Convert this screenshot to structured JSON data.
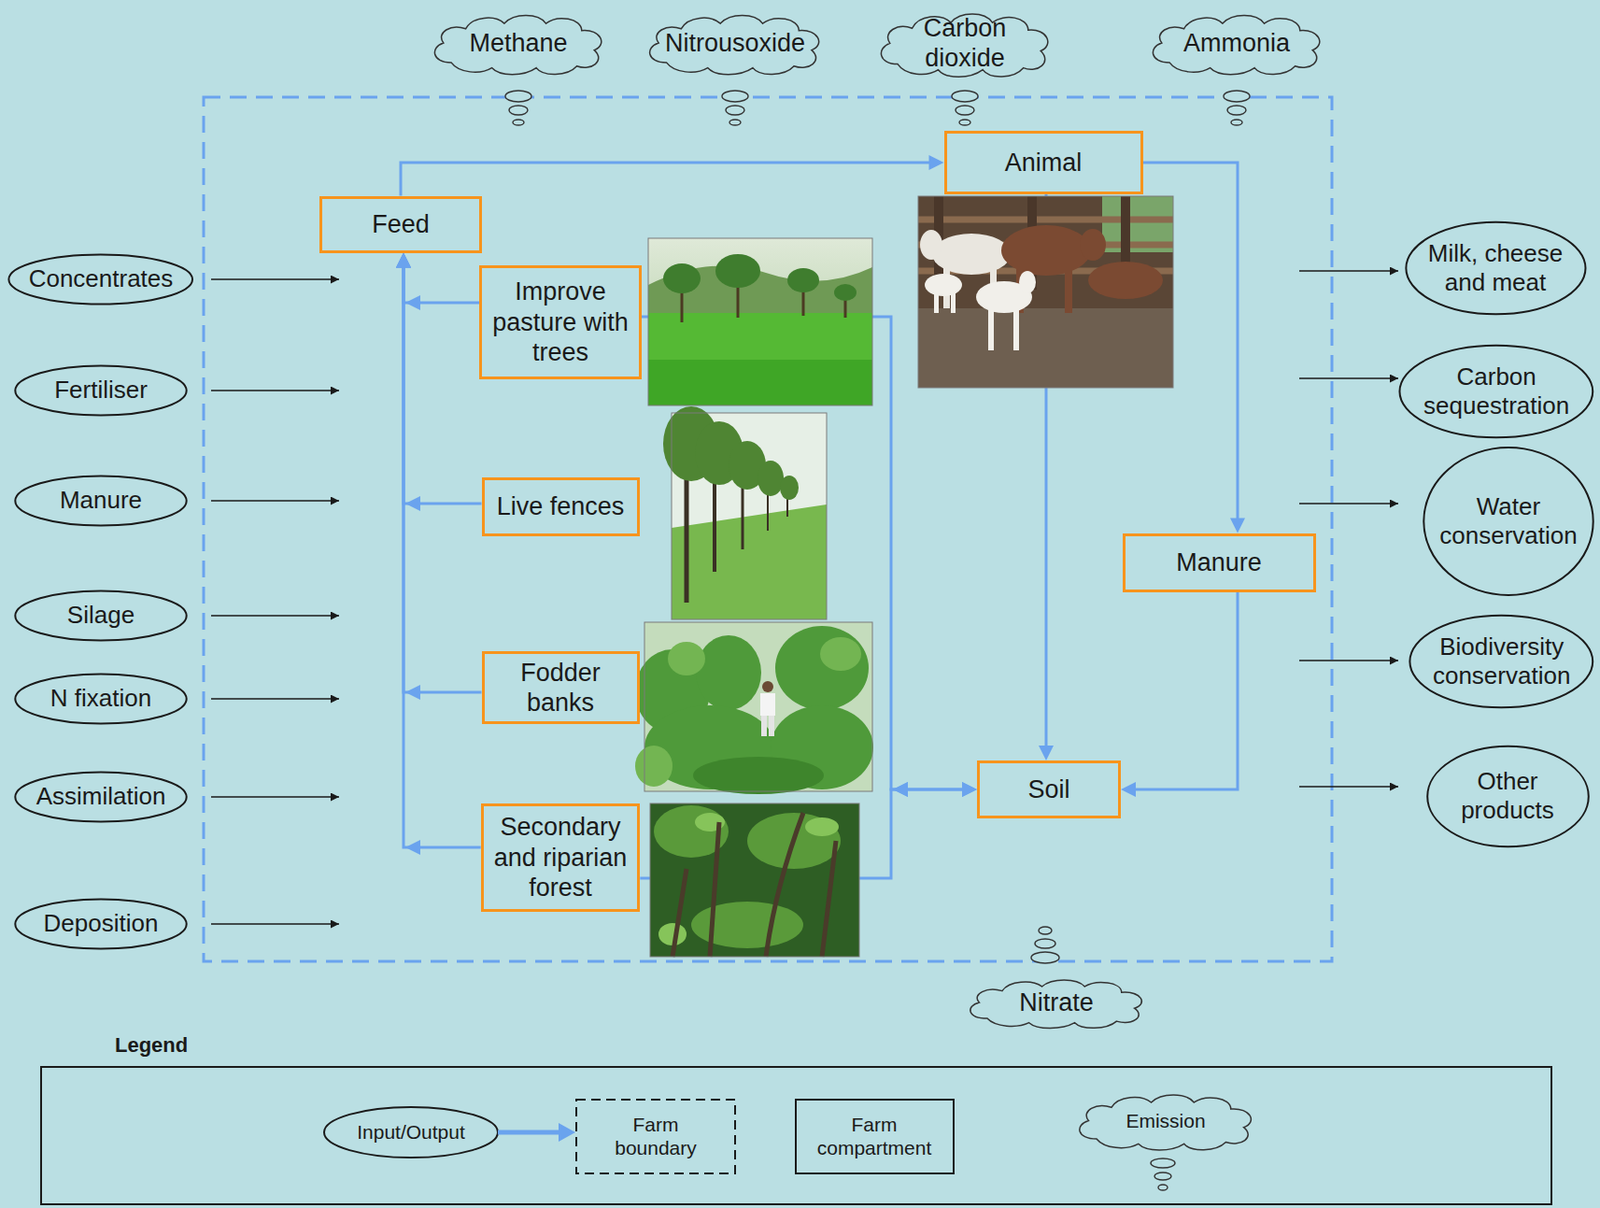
{
  "diagram": {
    "nodes": [
      {
        "text": [
          "Methane"
        ]
      },
      {
        "text": [
          "Nitrousoxide"
        ]
      },
      {
        "text": [
          "Carbon dioxide"
        ]
      },
      {
        "text": [
          "Ammonia"
        ]
      },
      {
        "text": [
          "Concentrates"
        ]
      },
      {
        "text": [
          "Fertiliser"
        ]
      },
      {
        "text": [
          "Manure"
        ]
      },
      {
        "text": [
          "Silage"
        ]
      },
      {
        "text": [
          "N fixation"
        ]
      },
      {
        "text": [
          "Assimilation"
        ]
      },
      {
        "text": [
          "Deposition"
        ]
      },
      {
        "text": [
          "Feed"
        ]
      },
      {
        "text": [
          "Animal"
        ]
      },
      {
        "text": [
          "Improve pasture with trees"
        ]
      },
      {
        "text": [
          "Live fences"
        ]
      },
      {
        "text": [
          "Manure"
        ]
      },
      {
        "text": [
          "Fodder banks"
        ]
      },
      {
        "text": [
          "Soil"
        ]
      },
      {
        "text": [
          "Secondary and riparian forest"
        ]
      },
      {
        "text": [
          "Milk, cheese and meat"
        ]
      },
      {
        "text": [
          "Carbon sequestration"
        ]
      },
      {
        "text": [
          "Water conservation"
        ]
      },
      {
        "text": [
          "Biodiversity conservation"
        ]
      },
      {
        "text": [
          "Other products"
        ]
      },
      {
        "text": [
          "Nitrate"
        ]
      }
    ],
    "edges": [
      {
        "from": 11,
        "to": 12,
        "arrow": "to"
      },
      {
        "from": 12,
        "to": 15,
        "arrow": "to"
      },
      {
        "from": 12,
        "to": 17,
        "arrow": "to"
      },
      {
        "from": 15,
        "to": 17,
        "arrow": "to"
      },
      {
        "from": 13,
        "to": 11,
        "arrow": "to"
      },
      {
        "from": 14,
        "to": 11,
        "arrow": "to"
      },
      {
        "from": 16,
        "to": 11,
        "arrow": "to"
      },
      {
        "from": 18,
        "to": 11,
        "arrow": "to"
      },
      {
        "from": 13,
        "to": 17,
        "arrow": "both"
      },
      {
        "from": 18,
        "to": 17,
        "arrow": "both"
      }
    ],
    "labels": [
      "Legend"
    ],
    "legend": [
      {
        "text": "Input/Output"
      },
      {
        "text": "Farm boundary"
      },
      {
        "text": "Farm compartment"
      },
      {
        "text": "Emission"
      }
    ]
  }
}
